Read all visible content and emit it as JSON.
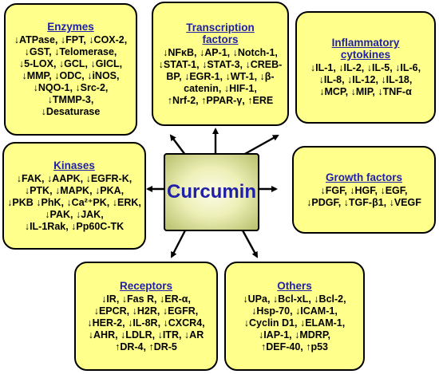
{
  "center": {
    "label": "Curcumin"
  },
  "colors": {
    "box_fill": "#ffff8c",
    "title": "#1f1fa8",
    "center_title": "#1f1fa8"
  },
  "boxes": {
    "enzymes": {
      "title": "Enzymes",
      "lines": [
        "↓ATPase, ↓FPT, ↓COX-2,",
        "↓GST, ↓Telomerase,",
        "↓5-LOX, ↓GCL, ↓GICL,",
        "↓MMP, ↓ODC, ↓iNOS,",
        "↓NQO-1, ↓Src-2,",
        "↓TMMP-3,",
        "↓Desaturase"
      ]
    },
    "transcription": {
      "title": "Transcription\nfactors",
      "lines": [
        "↓NFκB, ↓AP-1, ↓Notch-1,",
        "↓STAT-1, ↓STAT-3, ↓CREB-",
        "BP, ↓EGR-1, ↓WT-1, ↓β-",
        "catenin, ↓HIF-1,",
        "↑Nrf-2, ↑PPAR-γ, ↑ERE"
      ]
    },
    "inflammatory": {
      "title": "Inflammatory\ncytokines",
      "lines": [
        "↓IL-1, ↓IL-2, ↓IL-5, ↓IL-6,",
        "↓IL-8, ↓IL-12, ↓IL-18,",
        "↓MCP, ↓MIP, ↓TNF-α"
      ]
    },
    "kinases": {
      "title": "Kinases",
      "lines": [
        "↓FAK, ↓AAPK, ↓EGFR-K,",
        "↓PTK, ↓MAPK, ↓PKA,",
        "↓PKB ↓PhK, ↓Ca²⁺PK, ↓ERK,",
        "↓PAK, ↓JAK,",
        "↓IL-1Rak, ↓Pp60C-TK"
      ]
    },
    "growth": {
      "title": "Growth factors",
      "lines": [
        "↓FGF, ↓HGF, ↓EGF,",
        "↓PDGF, ↓TGF-β1, ↓VEGF"
      ]
    },
    "receptors": {
      "title": "Receptors",
      "lines": [
        "↓IR, ↓Fas R, ↓ER-α,",
        "↓EPCR, ↓H2R, ↓EGFR,",
        "↓HER-2, ↓IL-8R, ↓CXCR4,",
        "↓AHR, ↓LDLR, ↓ITR, ↓AR",
        "↑DR-4, ↑DR-5"
      ]
    },
    "others": {
      "title": "Others",
      "lines": [
        "↓UPa, ↓Bcl-xL, ↓Bcl-2,",
        "↓Hsp-70, ↓ICAM-1,",
        "↓Cyclin D1, ↓ELAM-1,",
        "↓IAP-1, ↓MDRP,",
        "↑DEF-40, ↑p53"
      ]
    }
  }
}
